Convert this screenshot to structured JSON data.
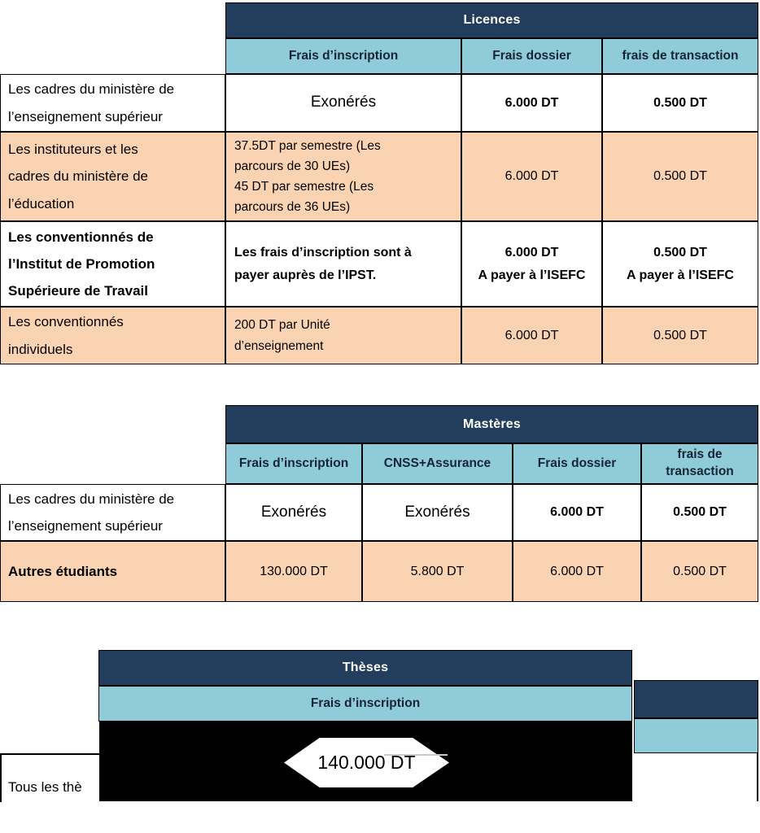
{
  "colors": {
    "dark_blue": "#233E5C",
    "light_blue": "#90CBDA",
    "peach": "#FAD4B2",
    "header_text": "#ffffff",
    "subheader_text": "#152535",
    "redaction": "#000000",
    "hex_callout_line": "#C9C9C9"
  },
  "licences": {
    "title": "Licences",
    "col_inscription": "Frais d’inscription",
    "col_dossier": "Frais dossier",
    "col_transaction": "frais de transaction",
    "rows": [
      {
        "label": "Les cadres du ministère de\nl’enseignement supérieur",
        "inscription": "Exonérés",
        "dossier": "6.000 DT",
        "transaction": "0.500 DT"
      },
      {
        "label": "Les instituteurs et les\ncadres du ministère de\nl’éducation",
        "inscription": "37.5DT  par semestre (Les\nparcours de 30 UEs)\n45 DT par semestre (Les\nparcours de 36 UEs)",
        "dossier": "6.000 DT",
        "transaction": "0.500 DT"
      },
      {
        "label": "Les conventionnés de\nl’Institut de Promotion\nSupérieure de Travail",
        "inscription": "Les frais d’inscription sont à\npayer auprès de l’IPST.",
        "dossier": "6.000 DT\nA payer à l’ISEFC",
        "transaction": "0.500 DT\nA payer à l’ISEFC"
      },
      {
        "label": "Les conventionnés\nindividuels",
        "inscription": "200 DT par Unité\nd’enseignement",
        "dossier": "6.000 DT",
        "transaction": "0.500 DT"
      }
    ]
  },
  "masteres": {
    "title": "Mastères",
    "col_inscription": "Frais d’inscription",
    "col_cnss": "CNSS+Assurance",
    "col_dossier": "Frais dossier",
    "col_transaction": "frais de\ntransaction",
    "rows": [
      {
        "label": "Les cadres du ministère de\nl’enseignement supérieur",
        "inscription": "Exonérés",
        "cnss": "Exonérés",
        "dossier": "6.000 DT",
        "transaction": "0.500 DT"
      },
      {
        "label": "Autres étudiants",
        "inscription": "130.000 DT",
        "cnss": "5.800 DT",
        "dossier": "6.000 DT",
        "transaction": "0.500 DT"
      }
    ]
  },
  "theses": {
    "title": "Thèses",
    "col_inscription": "Frais d’inscription",
    "amount": "140.000 DT",
    "partial_row_label": "Tous les thè"
  }
}
